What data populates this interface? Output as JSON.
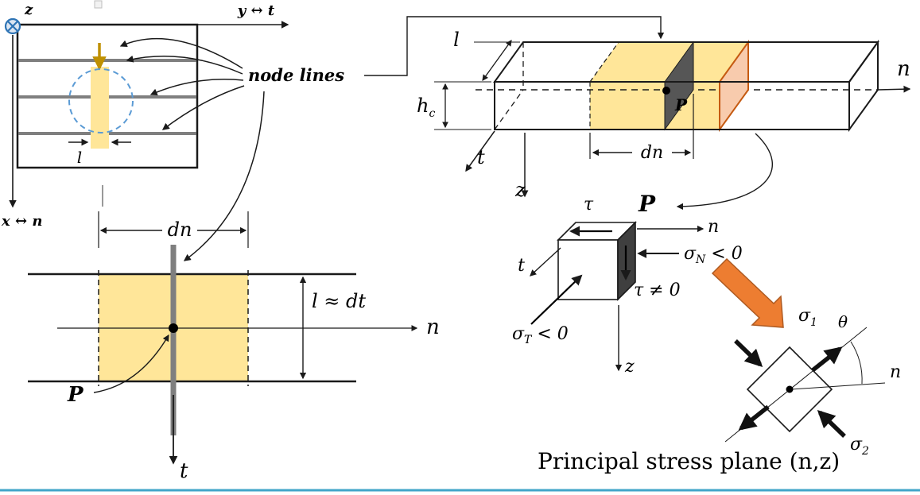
{
  "colors": {
    "yellow_fill": "#FFE699",
    "gray_node_line": "#7F7F7F",
    "dark_slice": "#565656",
    "orange_slice_fill": "#F8CBAD",
    "orange_slice_stroke": "#C55A11",
    "dashed_circle_blue": "#5B9BD5",
    "block_arrow_orange": "#ED7D31",
    "olive_arrow": "#BF9000",
    "axis_symbol_blue": "#2E74B5",
    "bottom_rule_teal": "#41A5C9"
  },
  "plate_panel": {
    "z_axis_label": "z",
    "y_axis_label": "y ↔ t",
    "x_axis_label": "x ↔ n",
    "strip_width_label": "l"
  },
  "annotation": {
    "node_lines_label": "node lines"
  },
  "strip_detail": {
    "dn_label": "dn",
    "thickness_label": "l ≈ dt",
    "n_axis_label": "n",
    "t_axis_label": "t",
    "point_label": "P"
  },
  "beam3d": {
    "depth_label": "l",
    "height_base": "h",
    "height_sub": "c",
    "n_axis_label": "n",
    "t_axis_label": "t",
    "z_axis_label": "z",
    "dn_label": "dn",
    "point_label": "P"
  },
  "stress_cube": {
    "point_label": "P",
    "tau_label": "τ",
    "n_axis_label": "n",
    "sigma_n_base": "σ",
    "sigma_n_sub": "N",
    "sigma_n_rest": " < 0",
    "tau_nonzero_label": "τ ≠ 0",
    "t_axis_label": "t",
    "sigma_t_base": "σ",
    "sigma_t_sub": "T",
    "sigma_t_rest": " < 0",
    "z_axis_label": "z"
  },
  "principal": {
    "sigma1_base": "σ",
    "sigma1_sub": "1",
    "sigma2_base": "σ",
    "sigma2_sub": "2",
    "theta_label": "θ",
    "n_axis_label": "n",
    "caption": "Principal stress plane (n,z)"
  }
}
